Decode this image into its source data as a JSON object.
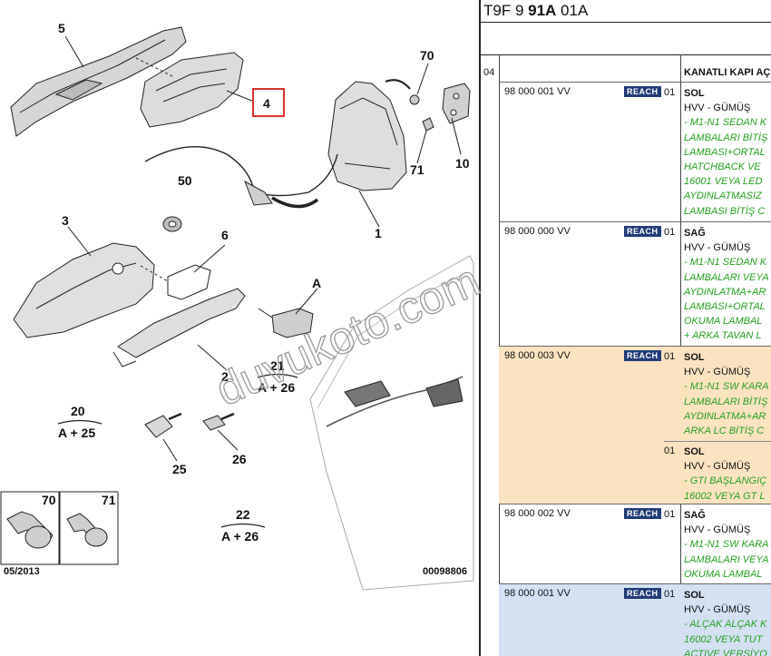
{
  "diagram": {
    "callouts": {
      "c5": "5",
      "c4": "4",
      "c70": "70",
      "c10": "10",
      "c71": "71",
      "c1": "1",
      "c50": "50",
      "c3": "3",
      "c6": "6",
      "cA": "A",
      "c2": "2",
      "c21": "21",
      "c21b": "A + 26",
      "c20": "20",
      "c20b": "A + 25",
      "c25": "25",
      "c26": "26",
      "c22": "22",
      "c22b": "A + 26",
      "inset70": "70",
      "inset71": "71"
    },
    "date": "05/2013",
    "drawing_number": "00098806",
    "watermark": "duvukoto.com",
    "colors": {
      "highlight_box": "#d9302a"
    }
  },
  "panel": {
    "code_prefix": "T9F 9 ",
    "code_bold": "91A",
    "code_suffix": " 01A",
    "group": "04",
    "title": "KANATLI KAPI AÇ",
    "badge": "REACH",
    "rows": [
      {
        "part": "98 000 001 VV",
        "qty": "01",
        "side": "SOL",
        "color": "HVV - GÜMÜŞ",
        "notes": [
          "- M1-N1 SEDAN K",
          "LAMBALARI BİTİŞ",
          "LAMBASI+ORTAL",
          "HATCHBACK VE ",
          "16001 VEYA LED",
          "AYDINLATMASIZ",
          "LAMBASI BİTİŞ C"
        ]
      },
      {
        "part": "98 000 000 VV",
        "qty": "01",
        "side": "SAĞ",
        "color": "HVV - GÜMÜŞ",
        "notes": [
          "- M1-N1 SEDAN K",
          "LAMBALARI VEYA",
          "AYDINLATMA+AR",
          "LAMBASI+ORTAL",
          "OKUMA LAMBAL",
          "+ ARKA TAVAN L"
        ]
      },
      {
        "part": "98 000 003 VV",
        "qty": "01",
        "side": "SOL",
        "color": "HVV - GÜMÜŞ",
        "notes": [
          "- M1-N1 SW KARA",
          "LAMBALARI BİTİŞ",
          "AYDINLATMA+AR",
          "ARKA LC BİTİŞ C"
        ],
        "sub": {
          "qty": "01",
          "side": "SOL",
          "color": "HVV - GÜMÜŞ",
          "notes": [
            "- GTI BAŞLANGIÇ",
            "16002 VEYA GT L"
          ]
        }
      },
      {
        "part": "98 000 002 VV",
        "qty": "01",
        "side": "SAĞ",
        "color": "HVV - GÜMÜŞ",
        "notes": [
          "- M1-N1 SW KARA",
          "LAMBALARI VEYA",
          "OKUMA LAMBAL"
        ]
      },
      {
        "part": "98 000 001 VV",
        "qty": "01",
        "side": "SOL",
        "color": "HVV - GÜMÜŞ",
        "notes": [
          "- ALÇAK ALÇAK K",
          "16002 VEYA TUT",
          "ACTIVE VERSİYO"
        ]
      }
    ]
  }
}
